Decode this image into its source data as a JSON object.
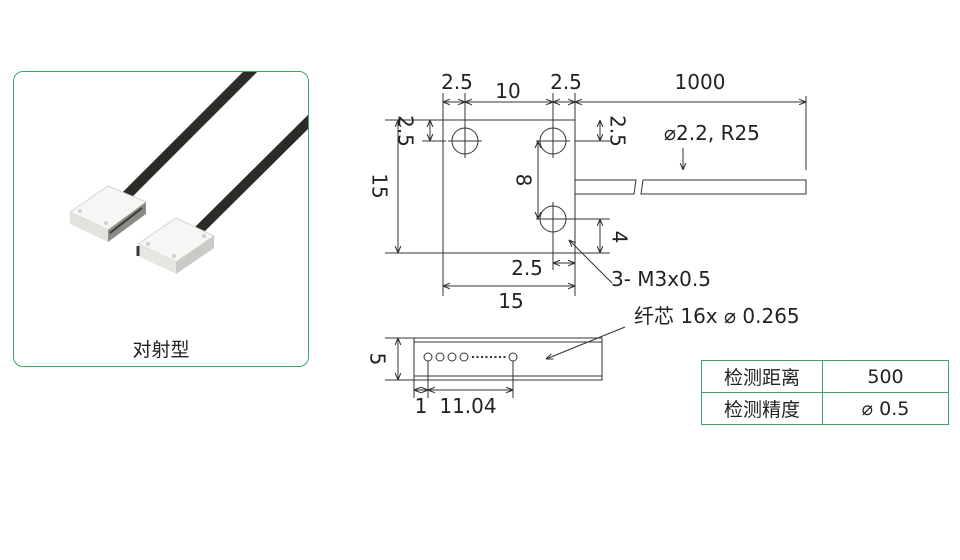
{
  "product": {
    "caption": "对射型"
  },
  "drawing": {
    "top_view": {
      "dim_hole_edge_left": "2.5",
      "dim_hole_spacing": "10",
      "dim_hole_edge_right": "2.5",
      "dim_cable_length": "1000",
      "dim_hole_edge_top_left": "2.5",
      "dim_hole_edge_top_right": "2.5",
      "dim_height": "15",
      "dim_hole_vertical_spacing": "8",
      "dim_hole_edge_bottom": "4",
      "dim_hole_edge_bottom_side": "2.5",
      "dim_width": "15",
      "cable_note": "⌀2.2, R25",
      "hole_note": "3- M3x0.5"
    },
    "side_view": {
      "dim_thickness": "5",
      "dim_first_core": "1",
      "dim_core_span": "11.04",
      "fiber_note": "纤芯 16x ⌀ 0.265"
    }
  },
  "specs": [
    {
      "label": "检测距离",
      "value": "500"
    },
    {
      "label": "检测精度",
      "value": "⌀ 0.5"
    }
  ],
  "colors": {
    "accent_green": "#3aa56a",
    "cable": "#2b2b27",
    "line": "#333333"
  }
}
